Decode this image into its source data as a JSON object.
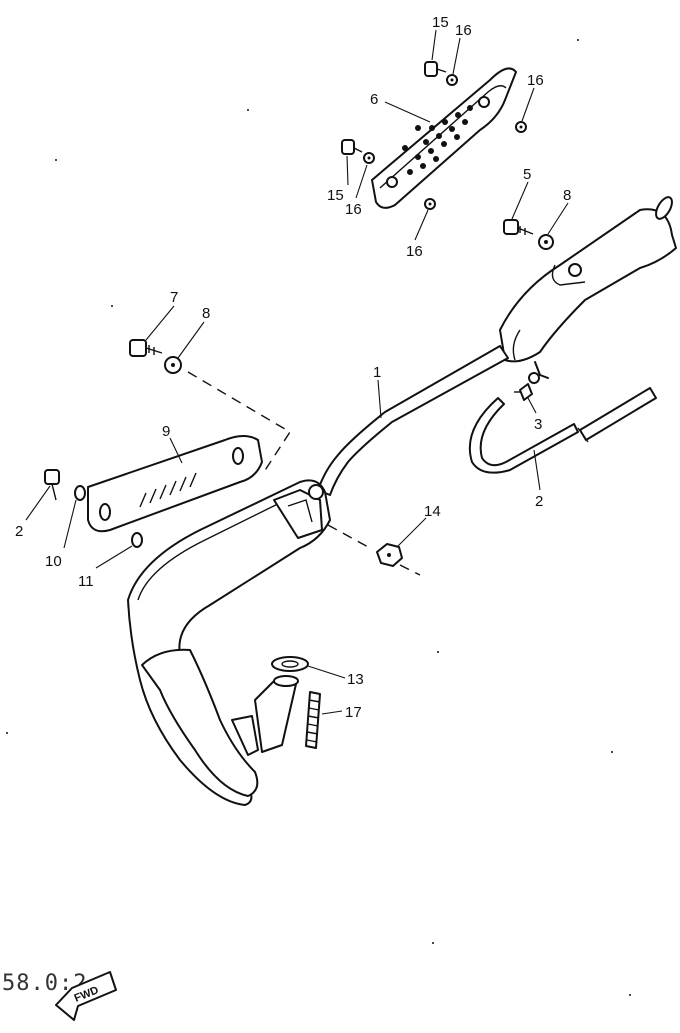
{
  "diagram": {
    "callouts": {
      "c15a": "15",
      "c16a": "16",
      "c16b": "16",
      "c6": "6",
      "c15b": "15",
      "c16c": "16",
      "c16d": "16",
      "c5": "5",
      "c8a": "8",
      "c7": "7",
      "c8b": "8",
      "c1": "1",
      "c3": "3",
      "c9": "9",
      "c2a": "2",
      "c2b": "2",
      "c10": "10",
      "c11": "11",
      "c14": "14",
      "c13": "13",
      "c17": "17"
    },
    "footer": {
      "code": "58.0:2",
      "fwd_label": "FWD"
    }
  }
}
